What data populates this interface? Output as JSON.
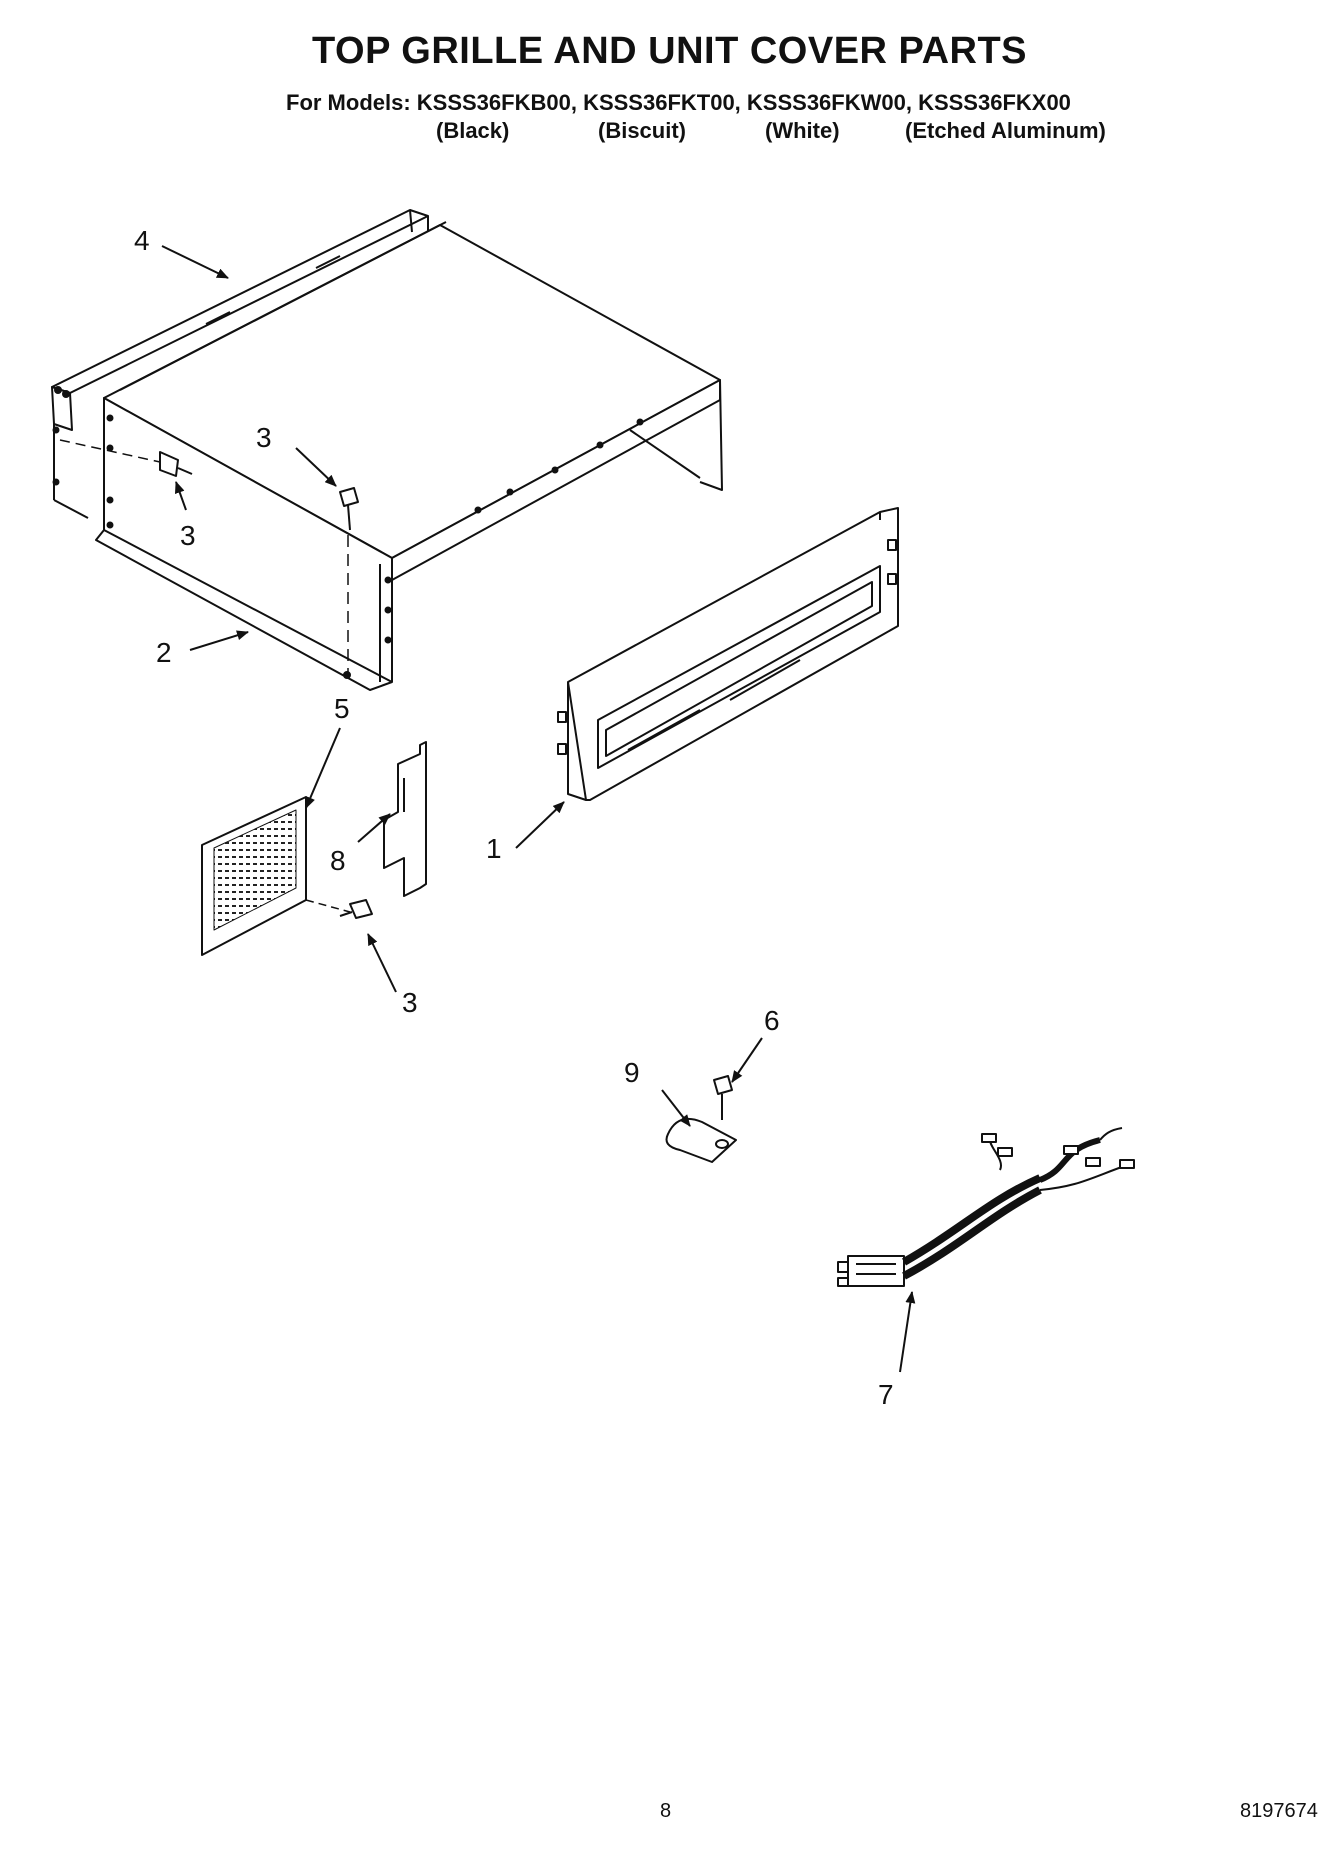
{
  "title": "TOP GRILLE AND UNIT COVER PARTS",
  "models_line": "For Models: KSSS36FKB00, KSSS36FKT00, KSSS36FKW00, KSSS36FKX00",
  "finishes": [
    "(Black)",
    "(Biscuit)",
    "(White)",
    "(Etched Aluminum)"
  ],
  "callouts": {
    "c1": "1",
    "c2": "2",
    "c3a": "3",
    "c3b": "3",
    "c3c": "3",
    "c4": "4",
    "c5": "5",
    "c6": "6",
    "c7": "7",
    "c8": "8",
    "c9": "9"
  },
  "page_number": "8",
  "document_number": "8197674"
}
